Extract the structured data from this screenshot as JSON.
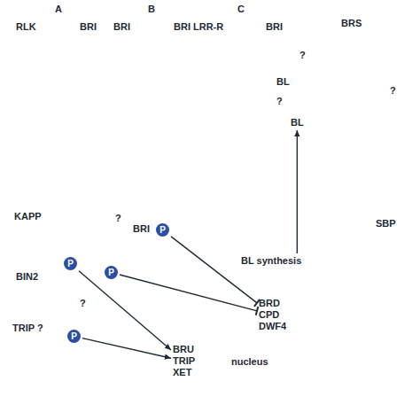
{
  "diagram": {
    "nodes": [
      {
        "text": [
          "nucleus"
        ]
      },
      {
        "text": [
          "BRD CPD DWF4"
        ],
        "in": 0
      },
      {
        "text": [
          "BRU TRIP XET"
        ],
        "in": 0
      },
      {
        "text": [
          "BL synthesis"
        ]
      },
      {
        "text": [
          "BL"
        ]
      },
      {
        "text": [
          "P"
        ]
      },
      {
        "text": [
          "P"
        ]
      },
      {
        "text": [
          "P"
        ]
      },
      {
        "text": [
          "P"
        ]
      }
    ],
    "edges": [
      {
        "from": 3,
        "to": 4,
        "arrow": "to"
      },
      {
        "from": 5,
        "to": 2,
        "arrow": "to"
      },
      {
        "from": 6,
        "to": 1,
        "arrow": "to"
      },
      {
        "from": 7,
        "to": 2,
        "arrow": "to"
      },
      {
        "from": 8,
        "to": 1,
        "arrow": "to"
      }
    ],
    "labels": [
      "A",
      "B",
      "C",
      "RLK",
      "BRI",
      "BRI",
      "BRI",
      "LRR-R",
      "BRI",
      "BRS",
      "?",
      "?",
      "BL",
      "?",
      "SBP",
      "KAPP",
      "BIN2",
      "?",
      "TRIP ?",
      "?",
      "BRI"
    ]
  }
}
